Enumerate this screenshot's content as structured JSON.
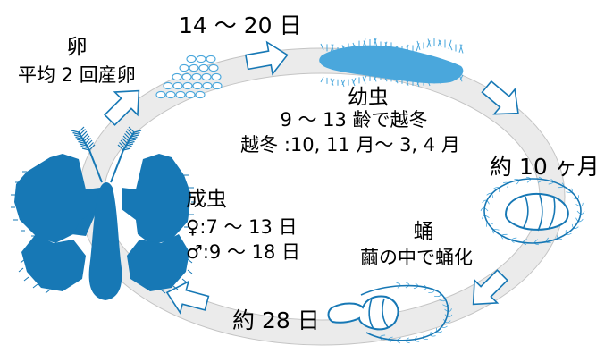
{
  "colors": {
    "ring": "#ebebeb",
    "ring_edge": "#c4c4c4",
    "accent": "#1778b5",
    "accent_light": "#4aa7dc",
    "arrow_fill": "#ffffff",
    "text": "#000000"
  },
  "icons": {
    "egg": "egg-cluster-icon",
    "larva": "caterpillar-icon",
    "pupa_cocoon": "cocoon-icon",
    "pupa": "pupa-icon",
    "adult": "moth-icon",
    "arrow": "flow-arrow-icon"
  },
  "stages": {
    "egg": {
      "name": "卵",
      "note": "平均 2 回産卵"
    },
    "egg_to_larva": {
      "duration": "14 〜 20 日"
    },
    "larva": {
      "name": "幼虫",
      "note1": "9 〜 13 齢で越冬",
      "note2": "越冬 :10, 11 月〜 3, 4 月"
    },
    "larva_to_pupa": {
      "duration": "約 10 ヶ月"
    },
    "pupa": {
      "name": "蛹",
      "note": "繭の中で蛹化"
    },
    "pupa_to_adult": {
      "duration": "約 28 日"
    },
    "adult": {
      "name": "成虫",
      "female": "♀:7 〜 13 日",
      "male": "♂:9 〜 18 日"
    }
  }
}
